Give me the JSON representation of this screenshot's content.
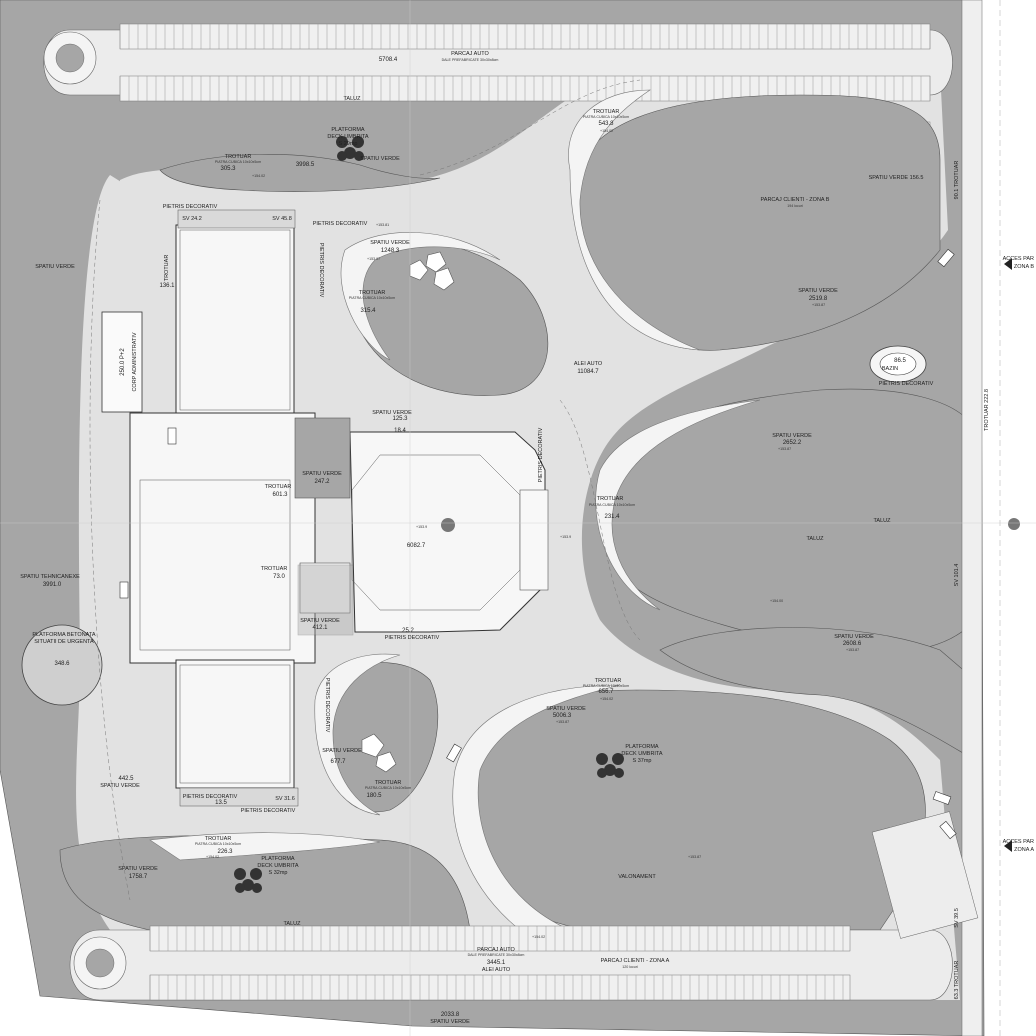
{
  "labels": {
    "parcaj_auto_top": "PARCAJ AUTO",
    "parcaj_auto_top_sub": "DALE PREFABRICATE 30x30x8cm",
    "parcaj_auto_top_area": "5708.4",
    "taluz_top": "TALUZ",
    "platforma_deck_top_1": "PLATFORMA",
    "platforma_deck_top_2": "DECK UMBRITA",
    "platforma_deck_top_3": "S 29mp",
    "spatiu_verde_top_area": "3998.5",
    "spatiu_verde_top": "SPATIU VERDE",
    "trotuar_top_left": "TROTUAR",
    "trotuar_top_left_sub": "PIATRA CUBICA 10x10x5cm",
    "trotuar_top_left_area": "305.3",
    "trotuar_top_mid": "TROTUAR",
    "trotuar_top_mid_sub": "PIATRA CUBICA 10x10x5cm",
    "trotuar_top_mid_area": "543.8",
    "spatiu_verde_156": "SPATIU VERDE 156.5",
    "parcaj_clienti_b": "PARCAJ CLIENTI - ZONA B",
    "parcaj_clienti_b_locuri": "194 locuri",
    "pietris_1": "PIETRIS DECORATIV",
    "pietris_2": "PIETRIS DECORATIV",
    "sv_242": "SV 24.2",
    "sv_458": "SV    45.8",
    "spatiu_verde_left": "SPATIU VERDE",
    "trotuar_vertical": "TROTUAR",
    "area_1361": "136.1",
    "pietris_vertical": "PIETRIS DECORATIV",
    "spatiu_verde_1248": "SPATIU VERDE",
    "area_1248": "1248.3",
    "trotuar_oval": "TROTUAR",
    "trotuar_oval_sub": "PIATRA CUBICA 10x10x5cm",
    "area_3154": "315.4",
    "alei_auto": "ALEI AUTO",
    "alei_auto_area": "11084.7",
    "spatiu_verde_2519": "SPATIU VERDE",
    "area_2519": "2519.8",
    "bazin_area": "86.5",
    "bazin": "BAZIN",
    "pietris_bazin": "PIETRIS DECORATIV",
    "corp_admin": "CORP ADMINISTRATIV",
    "corp_admin_area": "250.0 P+2",
    "spatiu_verde_1253": "SPATIU VERDE",
    "area_1253": "125.3",
    "area_184": "18.4",
    "spatiu_verde_2472": "SPATIU VERDE",
    "area_2472": "247.2",
    "trotuar_613": "TROTUAR",
    "area_613": "601.3",
    "area_main": "6082.7",
    "pietris_right_vertical": "PIETRIS DECORATIV",
    "trotuar_730": "TROTUAR",
    "area_730": "73.0",
    "spatiu_verde_4121": "SPATIU VERDE",
    "area_4121": "412.1",
    "area_252": "25.2",
    "pietris_under": "PIETRIS DECORATIV",
    "spatiu_tehnic": "SPATIU TEHNICANEXE",
    "spatiu_tehnic_area": "3991.0",
    "platforma_betonata_1": "PLATFORMA BETONATA",
    "platforma_betonata_2": "SITUATII DE URGENTA",
    "platforma_betonata_area": "348.6",
    "trotuar_mid": "TROTUAR",
    "trotuar_mid_sub": "PIATRA CUBICA 10x10x5cm",
    "area_2314": "231.4",
    "spatiu_verde_2652": "SPATIU VERDE",
    "area_2652": "2652.2",
    "taluz_mid_1": "TALUZ",
    "taluz_mid_2": "TALUZ",
    "spatiu_verde_2608": "SPATIU VERDE",
    "area_2608": "2608.6",
    "trotuar_6567": "TROTUAR",
    "trotuar_6567_sub": "PIATRA CUBICA 10x10x5cm",
    "area_6567": "656.7",
    "spatiu_verde_5006": "SPATIU VERDE",
    "area_5006": "5006.3",
    "platforma_deck_mid_1": "PLATFORMA",
    "platforma_deck_mid_2": "DECK UMBRITA",
    "platforma_deck_mid_3": "S 37mp",
    "pietris_lower_vertical": "PIETRIS DECORATIV",
    "spatiu_verde_6777": "SPATIU VERDE",
    "area_6777": "677.7",
    "trotuar_1805": "TROTUAR",
    "trotuar_1805_sub": "PIATRA CUBICA 10x10x5cm",
    "area_1805": "180.5",
    "area_4425": "442.5",
    "spatiu_verde_4425": "SPATIU VERDE",
    "pietris_bottom_1": "PIETRIS DECORATIV",
    "pietris_bottom_2": "PIETRIS DECORATIV",
    "area_135": "13.5",
    "sv_316": "SV 31.6",
    "trotuar_bottom_left": "TROTUAR",
    "trotuar_bottom_left_sub": "PIATRA CUBICA 10x10x5cm",
    "area_2263": "226.3",
    "spatiu_verde_1758": "SPATIU VERDE",
    "area_1758": "1758.7",
    "platforma_deck_bot_1": "PLATFORMA",
    "platforma_deck_bot_2": "DECK UMBRITA",
    "platforma_deck_bot_3": "S 32mp",
    "valonament": "VALONAMENT",
    "taluz_bottom": "TALUZ",
    "parcaj_auto_bottom": "PARCAJ AUTO",
    "parcaj_auto_bottom_sub": "DALE PREFABRICATE 30x30x8cm",
    "parcaj_auto_bottom_area": "3445.1",
    "alei_auto_bottom": "ALEI AUTO",
    "parcaj_clienti_a": "PARCAJ CLIENTI - ZONA A",
    "parcaj_clienti_a_locuri": "120 locuri",
    "area_2033": "2033.8",
    "spatiu_verde_bottom": "SPATIU VERDE",
    "acces_b_1": "ACCES PAR",
    "acces_b_2": "ZONA B",
    "acces_a_1": "ACCES PAR",
    "acces_a_2": "ZONA A",
    "trotuar_right_top": "90.1 TROTUAR",
    "trotuar_right_mid": "TROTUAR 222.8",
    "trotuar_right_bottom": "63.3 TROTUAR",
    "trotuar_right_sv": "SV 101.4",
    "trotuar_right_sv2": "SV 39.5"
  },
  "elevations": {
    "e1": "+153.81",
    "e2": "+154.02",
    "e3": "+154.02",
    "e4": "+153.87",
    "e5": "+153.97",
    "e6": "+153.87",
    "e7": "+153.87",
    "e8": "+154.00",
    "e9": "+153.87",
    "e10": "+154.02",
    "e11": "+153.9",
    "e12": "+153.9",
    "e13": "+154.02",
    "e14": "+154.02",
    "e15": "+153.87"
  },
  "colors": {
    "green": "#a6a6a6",
    "road": "#e2e2e2",
    "walk": "#f4f4f4",
    "building": "#f7f7f7"
  }
}
